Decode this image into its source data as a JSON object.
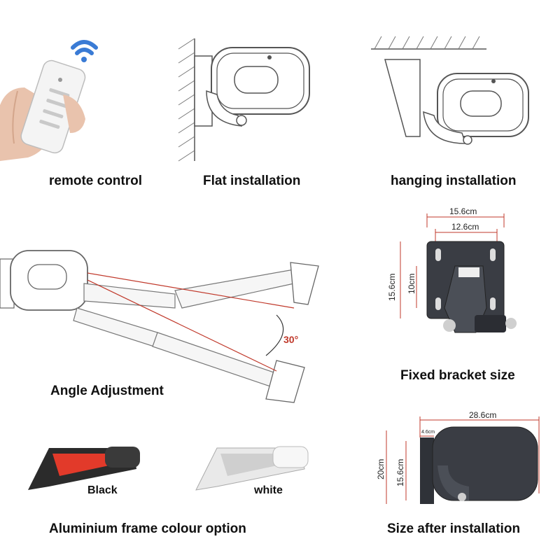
{
  "captions": {
    "remote_control": "remote control",
    "flat_installation": "Flat installation",
    "hanging_installation": "hanging installation",
    "fixed_bracket_size": "Fixed bracket size",
    "angle_adjustment": "Angle Adjustment",
    "frame_colour_option": "Aluminium frame colour option",
    "size_after_installation": "Size after installation"
  },
  "angle": {
    "value_label": "30°"
  },
  "bracket": {
    "width_outer": "15.6cm",
    "width_inner": "12.6cm",
    "height_outer": "15.6cm",
    "height_inner": "10cm"
  },
  "installed": {
    "width": "28.6cm",
    "depth": "4.6cm",
    "height_outer": "20cm",
    "height_inner": "15.6cm"
  },
  "colours": {
    "black": "Black",
    "white": "white"
  },
  "icons": [
    "wifi-icon",
    "remote-control-icon",
    "hand-icon",
    "motor-housing-icon",
    "bracket-icon",
    "awning-arm-icon"
  ],
  "palette": {
    "accent_red": "#e23a2a",
    "dim_red": "#c0392b",
    "frame_black": "#2b2b2b",
    "frame_white": "#f2f2f2",
    "line_art": "#555555"
  }
}
